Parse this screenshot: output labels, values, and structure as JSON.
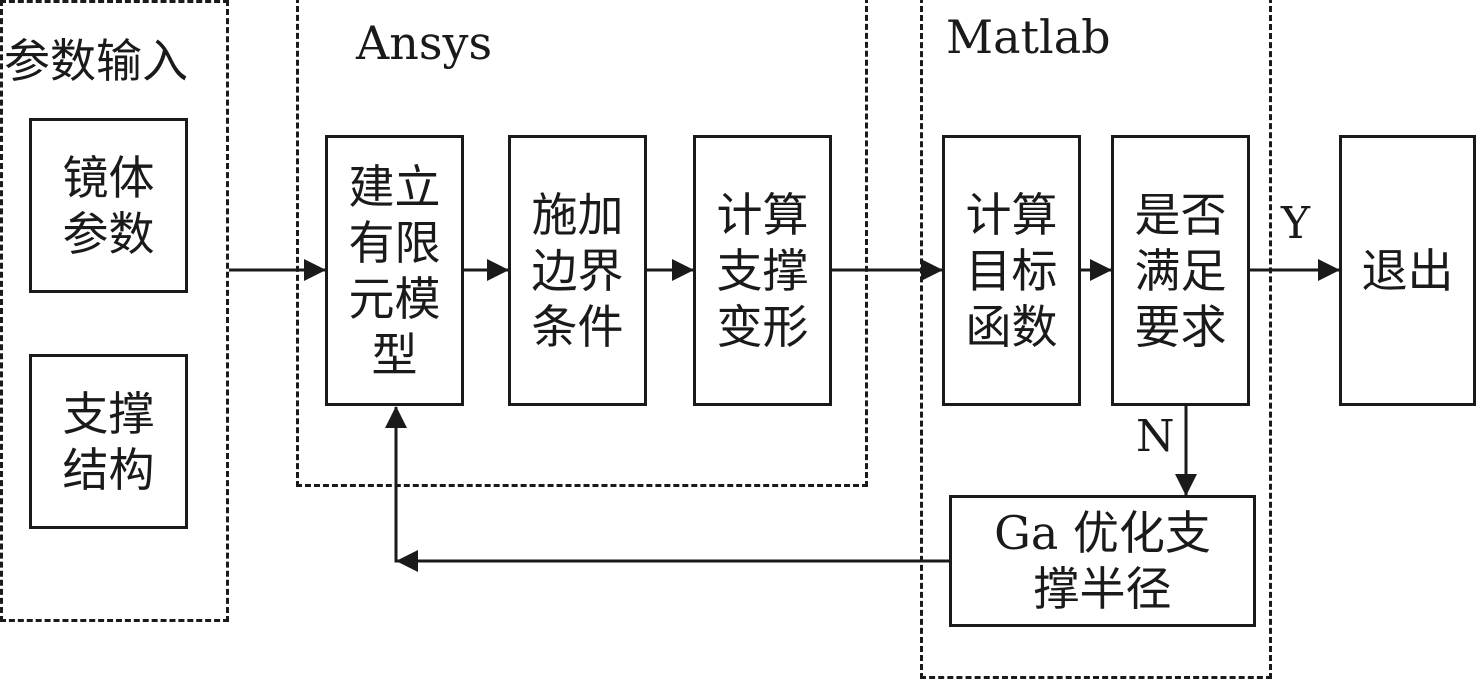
{
  "groups": {
    "input": {
      "label": "参数输入"
    },
    "ansys": {
      "label": "Ansys"
    },
    "matlab": {
      "label": "Matlab"
    }
  },
  "boxes": {
    "mirror_params": "镜体\n参数",
    "support_structure": "支撑\n结构",
    "build_fem": "建立\n有限\n元模\n型",
    "apply_boundary": "施加\n边界\n条件",
    "compute_deformation": "计算\n支撑\n变形",
    "compute_objective": "计算\n目标\n函数",
    "check_requirement": "是否\n满足\n要求",
    "exit": "退出",
    "ga_optimize": "Ga 优化支\n撑半径"
  },
  "edge_labels": {
    "yes": "Y",
    "no": "N"
  },
  "colors": {
    "stroke": "#1a1a1a",
    "background": "#ffffff"
  }
}
